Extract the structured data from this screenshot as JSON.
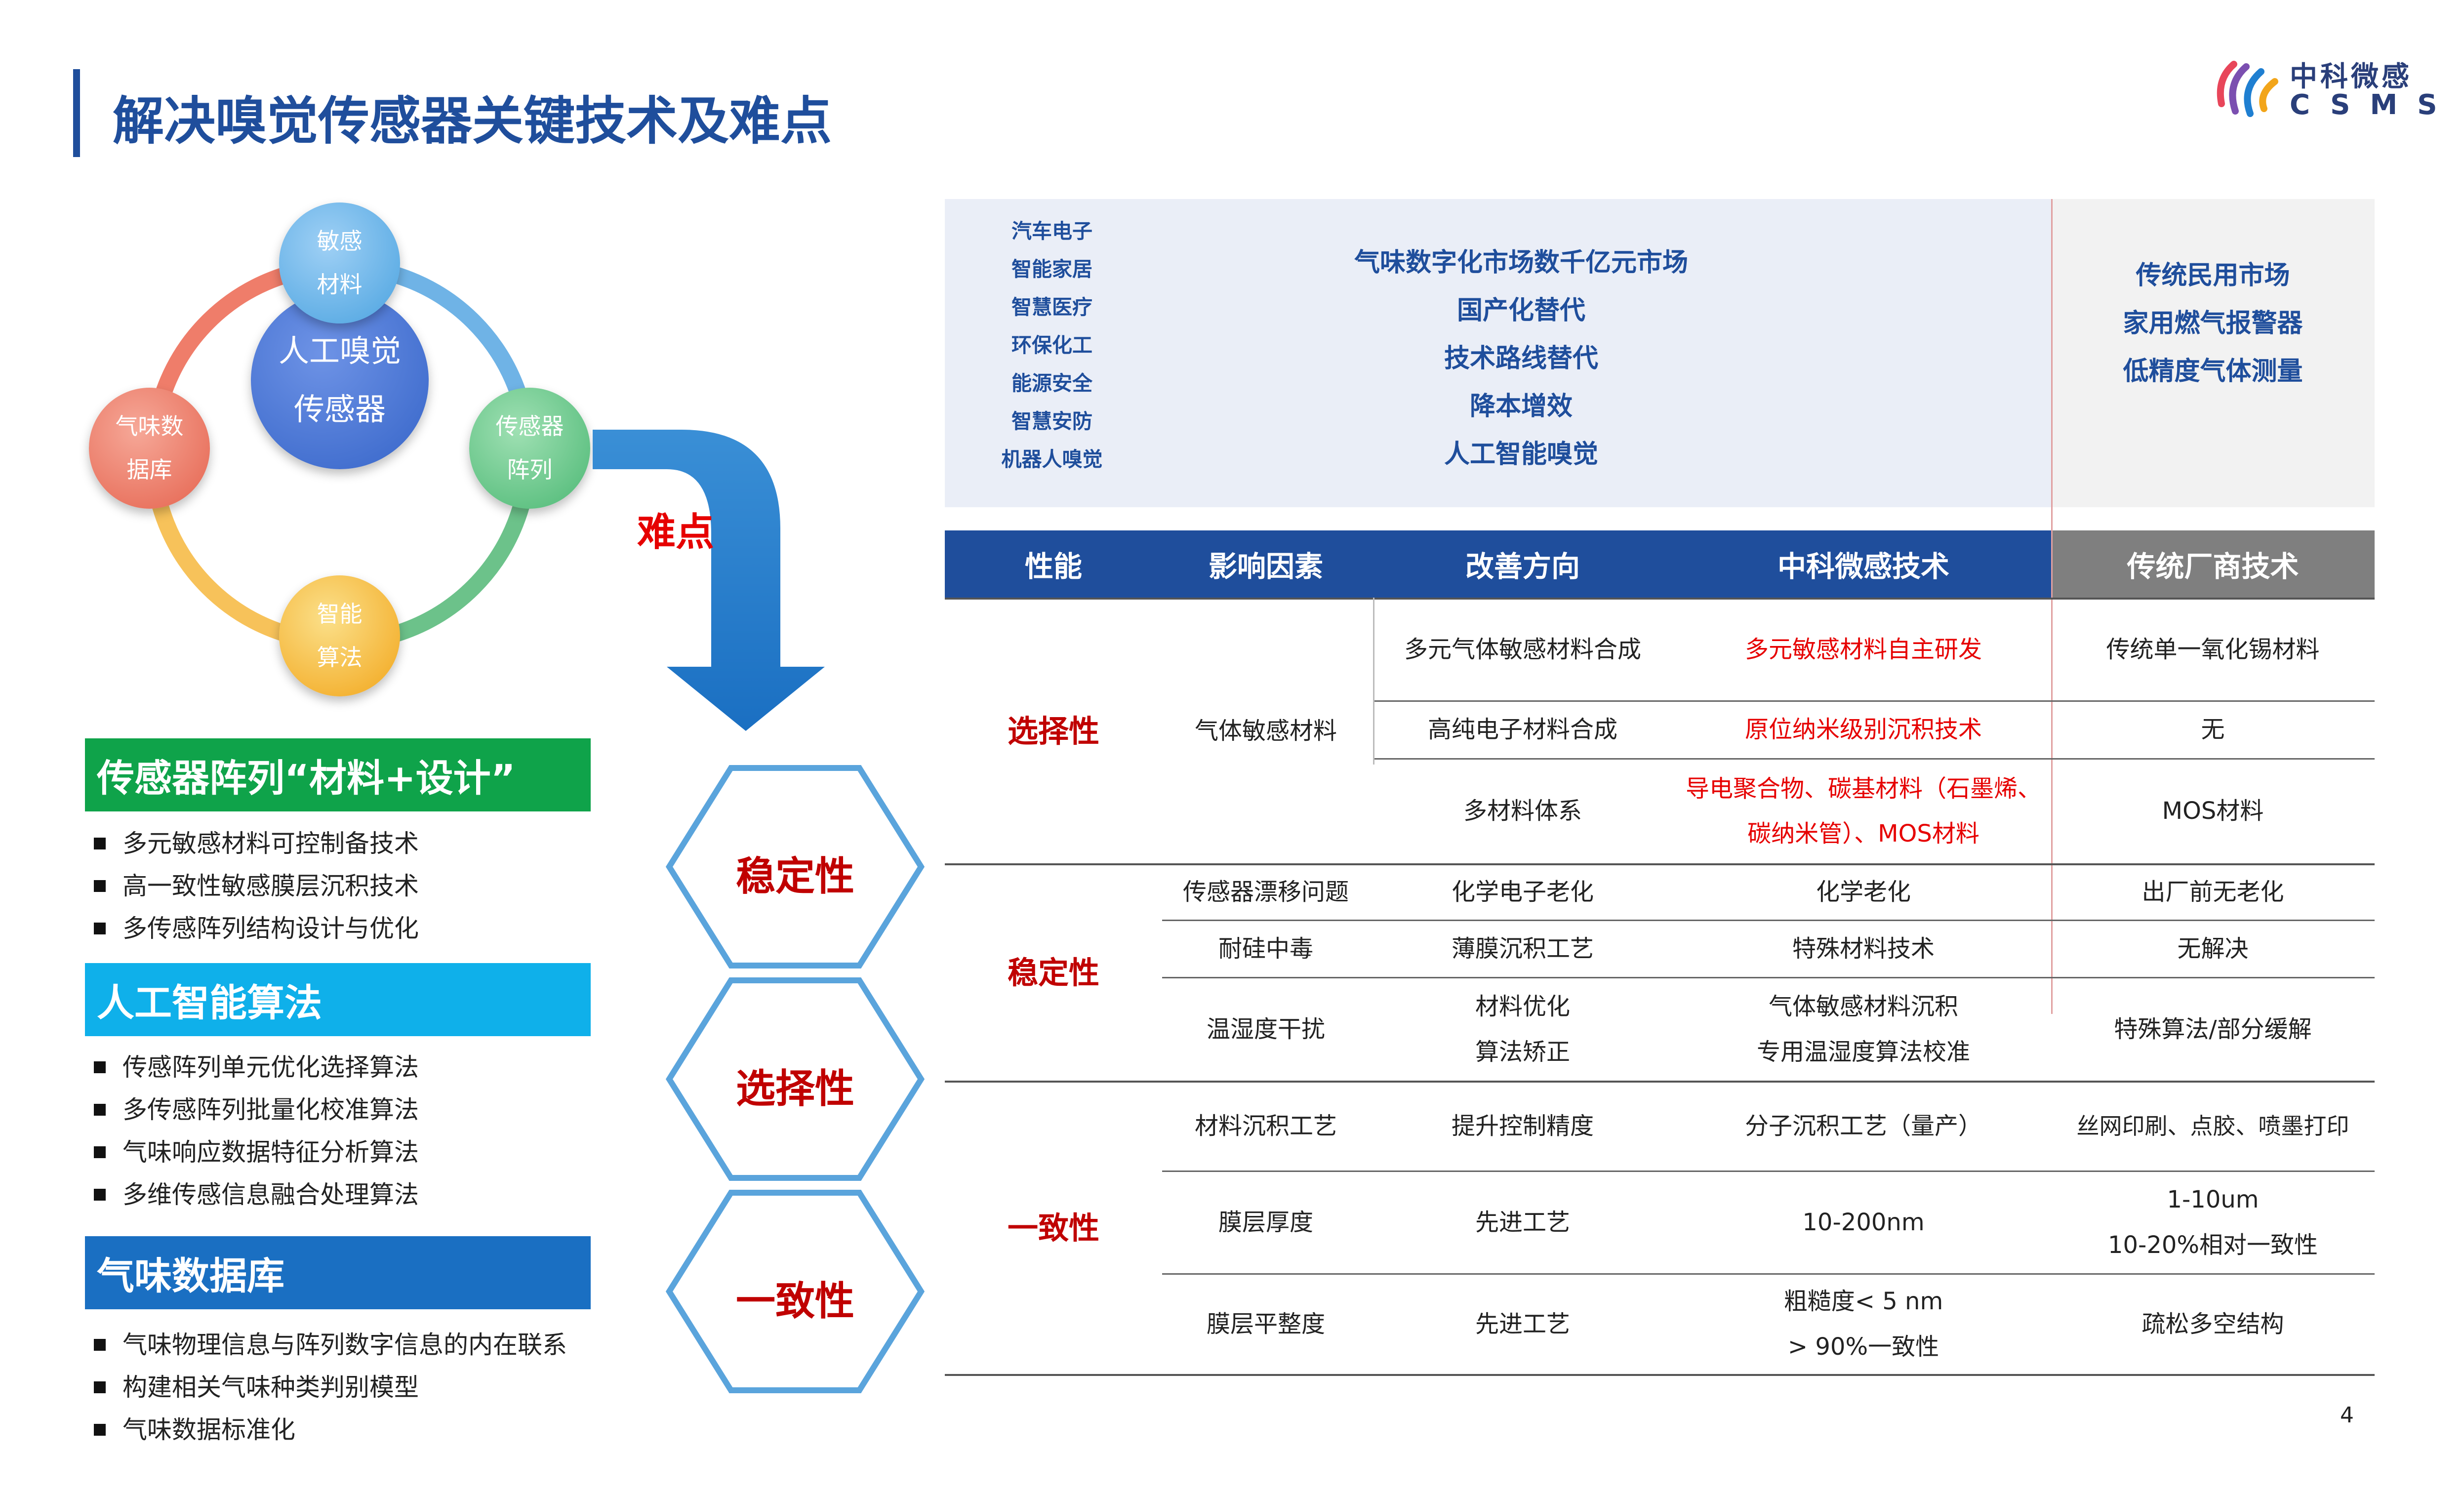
{
  "title": "解决嗅觉传感器关键技术及难点",
  "logo": {
    "cn": "中科微感",
    "en": "CSMS"
  },
  "page_number": "4",
  "cycle": {
    "center": [
      "人工嗅觉",
      "传感器"
    ],
    "top": [
      "敏感",
      "材料"
    ],
    "right": [
      "传感器",
      "阵列"
    ],
    "bottom": [
      "智能",
      "算法"
    ],
    "left": [
      "气味数",
      "据库"
    ]
  },
  "difficulty_label": "难点",
  "hexagons": [
    "稳定性",
    "选择性",
    "一致性"
  ],
  "sections": [
    {
      "title": "传感器阵列“材料+设计”",
      "color": "#0fa34a",
      "items": [
        "多元敏感材料可控制备技术",
        "高一致性敏感膜层沉积技术",
        "多传感阵列结构设计与优化"
      ]
    },
    {
      "title": "人工智能算法",
      "color": "#0fb0ea",
      "items": [
        "传感阵列单元优化选择算法",
        "多传感阵列批量化校准算法",
        "气味响应数据特征分析算法",
        "多维传感信息融合处理算法"
      ]
    },
    {
      "title": "气味数据库",
      "color": "#1a6fc2",
      "items": [
        "气味物理信息与阵列数字信息的内在联系",
        "构建相关气味种类判别模型",
        "气味数据标准化"
      ]
    }
  ],
  "market": {
    "applications": [
      "汽车电子",
      "智能家居",
      "智慧医疗",
      "环保化工",
      "能源安全",
      "智慧安防",
      "机器人嗅觉"
    ],
    "drivers": [
      "气味数字化市场数千亿元市场",
      "国产化替代",
      "技术路线替代",
      "降本增效",
      "人工智能嗅觉"
    ],
    "traditional": [
      "传统民用市场",
      "家用燃气报警器",
      "低精度气体测量"
    ]
  },
  "table": {
    "headers": [
      "性能",
      "影响因素",
      "改善方向",
      "中科微感技术",
      "传统厂商技术"
    ],
    "groups": [
      {
        "performance": "选择性",
        "factor": "气体敏感材料",
        "rows": [
          {
            "direction": "多元气体敏感材料合成",
            "csms": [
              "多元敏感材料自主研发"
            ],
            "traditional": [
              "传统单一氧化锡材料"
            ]
          },
          {
            "direction": "高纯电子材料合成",
            "csms": [
              "原位纳米级别沉积技术"
            ],
            "traditional": [
              "无"
            ]
          },
          {
            "direction": "多材料体系",
            "csms": [
              "导电聚合物、碳基材料（石墨烯、",
              "碳纳米管）、MOS材料"
            ],
            "traditional": [
              "MOS材料"
            ]
          }
        ]
      },
      {
        "performance": "稳定性",
        "rows": [
          {
            "factor": "传感器漂移问题",
            "direction": [
              "化学电子老化"
            ],
            "csms": [
              "化学老化"
            ],
            "traditional": [
              "出厂前无老化"
            ]
          },
          {
            "factor": "耐硅中毒",
            "direction": [
              "薄膜沉积工艺"
            ],
            "csms": [
              "特殊材料技术"
            ],
            "traditional": [
              "无解决"
            ]
          },
          {
            "factor": "温湿度干扰",
            "direction": [
              "材料优化",
              "算法矫正"
            ],
            "csms": [
              "气体敏感材料沉积",
              "专用温湿度算法校准"
            ],
            "traditional": [
              "特殊算法/部分缓解"
            ]
          }
        ]
      },
      {
        "performance": "一致性",
        "rows": [
          {
            "factor": "材料沉积工艺",
            "direction": [
              "提升控制精度"
            ],
            "csms": [
              "分子沉积工艺（量产）"
            ],
            "traditional": [
              "丝网印刷、点胶、喷墨打印"
            ]
          },
          {
            "factor": "膜层厚度",
            "direction": [
              "先进工艺"
            ],
            "csms": [
              "10-200nm"
            ],
            "traditional": [
              "1-10um",
              "10-20%相对一致性"
            ]
          },
          {
            "factor": "膜层平整度",
            "direction": [
              "先进工艺"
            ],
            "csms": [
              "粗糙度< 5 nm",
              "> 90%一致性"
            ],
            "traditional": [
              "疏松多空结构"
            ]
          }
        ]
      }
    ],
    "colors": {
      "header_blue": "#1f4e9c",
      "header_gray": "#7f7f7f",
      "accent_red": "#e60000",
      "perf_red": "#c00000"
    }
  }
}
